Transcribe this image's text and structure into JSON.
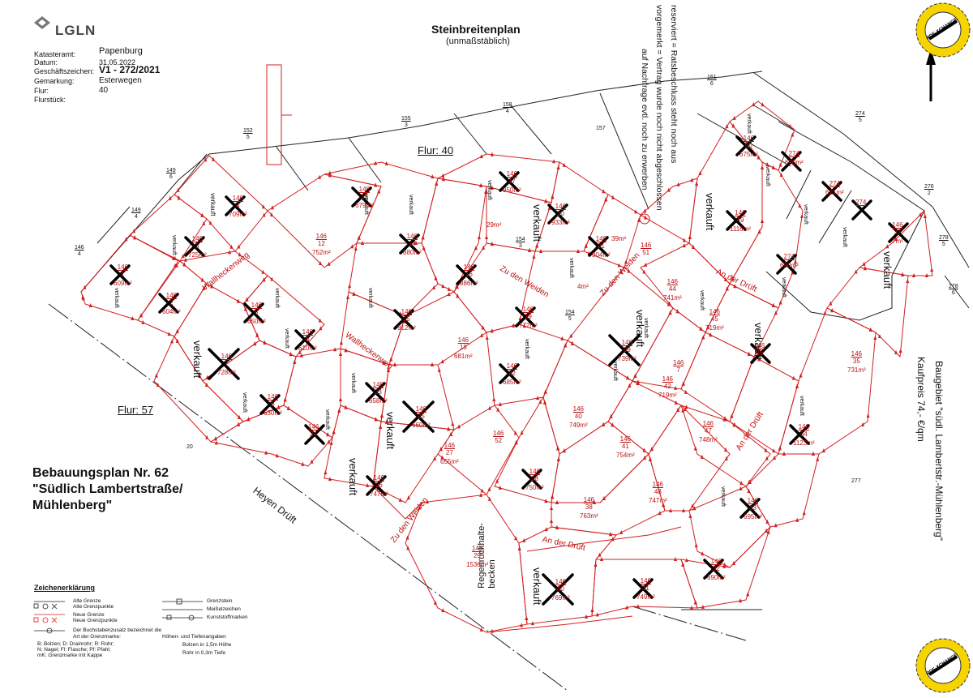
{
  "header": {
    "logo_text": "LGLN",
    "fields": [
      {
        "label": "Katasteramt:",
        "value": "Papenburg"
      },
      {
        "label": "Datum:",
        "value": "31.05.2022"
      },
      {
        "label": "Geschäftszeichen:",
        "value": "V1 - 272/2021"
      },
      {
        "label": "Gemarkung:",
        "value": "Esterwegen"
      },
      {
        "label": "Flur:",
        "value": "40"
      },
      {
        "label": "Flurstück:",
        "value": ""
      }
    ]
  },
  "title": "Steinbreitenplan",
  "subtitle": "(unmaßstäblich)",
  "note_lines": [
    "reserviert = Ratsbeschluss steht noch aus",
    "vorgemerkt = Vertrag wurde noch nicht abgeschlossen",
    "auf Nachfrage evtl. noch zu erwerben"
  ],
  "flur_labels": [
    "Flur: 40",
    "Flur: 57"
  ],
  "bebauungsplan": "Bebauungsplan Nr. 62\n\"Südlich Lambertstraße/\nMühlenberg\"",
  "baugebiet": "Baugebiet \"südl. Lambertstr.-Mühlenberg\"",
  "kaufpreis": "Kaufpreis 74,- €/qm",
  "streets": [
    "Wallheckenweg",
    "Wallheckenweg",
    "Zu den Weiden",
    "Zu den Weiden",
    "Zu den Weiden",
    "An der Drüft",
    "An der Drüft",
    "An der Drüft",
    "Heyen Drüft"
  ],
  "regen_label": "Regenrückhalte-\nbecken",
  "parcels": [
    {
      "num": "146",
      "sub": "1",
      "area": "609m²",
      "sold": true
    },
    {
      "num": "146",
      "sub": "2",
      "area": "604m²",
      "sold": true
    },
    {
      "num": "146",
      "sub": "3",
      "area": "725m²",
      "sold": true
    },
    {
      "num": "146",
      "sub": "4",
      "area": "709m²",
      "sold": true
    },
    {
      "num": "146",
      "sub": "12",
      "area": "752m²",
      "sold": false
    },
    {
      "num": "146",
      "sub": "13",
      "area": "679m²",
      "sold": true
    },
    {
      "num": "146",
      "sub": "14",
      "area": "880m²",
      "sold": true
    },
    {
      "num": "146",
      "sub": "5",
      "area": "650m²",
      "sold": true
    },
    {
      "num": "146",
      "sub": "6",
      "area": "610m²",
      "sold": true
    },
    {
      "num": "146",
      "sub": "7",
      "area": "728m²",
      "sold": true
    },
    {
      "num": "146",
      "sub": "8",
      "area": "630m²",
      "sold": true
    },
    {
      "num": "146",
      "sub": "15",
      "area": "912m²",
      "sold": true
    },
    {
      "num": "146",
      "sub": "16",
      "area": "886m²",
      "sold": true
    },
    {
      "num": "146",
      "sub": "17",
      "area": "950m²",
      "sold": true
    },
    {
      "num": "146",
      "sub": "18",
      "area": "681m²",
      "sold": false
    },
    {
      "num": "146",
      "sub": "19",
      "area": "772m²",
      "sold": true
    },
    {
      "num": "146",
      "sub": "20",
      "area": "933m²",
      "sold": true
    },
    {
      "num": "146",
      "sub": "21",
      "area": "904m²",
      "sold": true
    },
    {
      "num": "146",
      "sub": "22",
      "area": "685m²",
      "sold": true
    },
    {
      "num": "146",
      "sub": "23",
      "area": "658m²",
      "sold": true
    },
    {
      "num": "146",
      "sub": "24",
      "area": "",
      "sold": true
    },
    {
      "num": "146",
      "sub": "25",
      "area": "660m²",
      "sold": true
    },
    {
      "num": "146",
      "sub": "26",
      "area": "747m²",
      "sold": true
    },
    {
      "num": "146",
      "sub": "27",
      "area": "655m²",
      "sold": false
    },
    {
      "num": "146",
      "sub": "28",
      "area": "750m²",
      "sold": true
    },
    {
      "num": "146",
      "sub": "29",
      "area": "1536m²",
      "sold": false
    },
    {
      "num": "146",
      "sub": "30",
      "area": "769m²",
      "sold": true
    },
    {
      "num": "146",
      "sub": "31",
      "area": "749m²",
      "sold": true
    },
    {
      "num": "146",
      "sub": "32",
      "area": "690m²",
      "sold": true
    },
    {
      "num": "146",
      "sub": "33",
      "area": "695m²",
      "sold": true
    },
    {
      "num": "146",
      "sub": "34",
      "area": "1123m²",
      "sold": true
    },
    {
      "num": "146",
      "sub": "35",
      "area": "731m²",
      "sold": false
    },
    {
      "num": "146",
      "sub": "36",
      "area": "",
      "sold": true
    },
    {
      "num": "146",
      "sub": "37",
      "area": "7m²",
      "sold": true
    },
    {
      "num": "146",
      "sub": "38",
      "area": "763m²",
      "sold": false
    },
    {
      "num": "146",
      "sub": "39",
      "area": "739m²",
      "sold": true
    },
    {
      "num": "146",
      "sub": "40",
      "area": "749m²",
      "sold": false
    },
    {
      "num": "146",
      "sub": "41",
      "area": "754m²",
      "sold": false
    },
    {
      "num": "146",
      "sub": "42",
      "area": "719m²",
      "sold": false
    },
    {
      "num": "146",
      "sub": "44",
      "area": "741m²",
      "sold": false
    },
    {
      "num": "146",
      "sub": "45",
      "area": "719m²",
      "sold": false
    },
    {
      "num": "146",
      "sub": "47",
      "area": "748m²",
      "sold": false
    },
    {
      "num": "146",
      "sub": "48",
      "area": "747m²",
      "sold": false
    },
    {
      "num": "146",
      "sub": "49",
      "area": "1116m²",
      "sold": true
    },
    {
      "num": "146",
      "sub": "50",
      "area": "675m²",
      "sold": true
    },
    {
      "num": "146",
      "sub": "51",
      "area": "",
      "sold": false
    },
    {
      "num": "146",
      "sub": "52",
      "area": "",
      "sold": false
    },
    {
      "num": "146",
      "sub": "7",
      "area": "",
      "sold": false
    },
    {
      "num": "274",
      "sub": "",
      "area": "690m²",
      "sold": true
    },
    {
      "num": "274",
      "sub": "",
      "area": "621m²",
      "sold": true
    },
    {
      "num": "274",
      "sub": "",
      "area": "",
      "sold": true
    },
    {
      "num": "274",
      "sub": "",
      "area": "690m²",
      "sold": true
    }
  ],
  "neighbor_parcels": [
    {
      "num": "146",
      "sub": "4"
    },
    {
      "num": "149",
      "sub": "4"
    },
    {
      "num": "149",
      "sub": "6"
    },
    {
      "num": "152",
      "sub": "5"
    },
    {
      "num": "155",
      "sub": "3"
    },
    {
      "num": "158",
      "sub": "4"
    },
    {
      "num": "157",
      "sub": ""
    },
    {
      "num": "161",
      "sub": "6"
    },
    {
      "num": "274",
      "sub": "5"
    },
    {
      "num": "276",
      "sub": "2"
    },
    {
      "num": "278",
      "sub": "5"
    },
    {
      "num": "278",
      "sub": "6"
    },
    {
      "num": "277",
      "sub": ""
    },
    {
      "num": "20",
      "sub": ""
    },
    {
      "num": "154",
      "sub": "3"
    },
    {
      "num": "154",
      "sub": "5"
    }
  ],
  "small_areas": [
    "29m²",
    "39m²",
    "4m²"
  ],
  "sold_label": "verkauft",
  "legend": {
    "title": "Zeichenerklärung",
    "items": [
      "Alte Grenze",
      "Alte Grenzpunkte",
      "Neue Grenze",
      "Neue Grenzpunkte",
      "Der Buchstabenzusatz bezeichnet die Art der Grenzmarke:",
      "B: Bolzen; D: Drainrohr; R: Rohr;",
      "N: Nagel; Fl: Flasche; Pf: Pfahl;",
      "mK: Grenzmarke mit Kappe",
      "Grenzstein",
      "Meißelzeichen",
      "Kunststoffmarken",
      "Höhen- und Tiefenangaben",
      "Bolzen in 1,5m Höhe",
      "Rohr in 0,3m Tiefe"
    ]
  },
  "badge_text": "PDF-XCHANGE",
  "colors": {
    "new_boundary": "#d11f1f",
    "old_boundary": "#222222",
    "sold_cross": "#000000",
    "badge": "#f5d400"
  }
}
